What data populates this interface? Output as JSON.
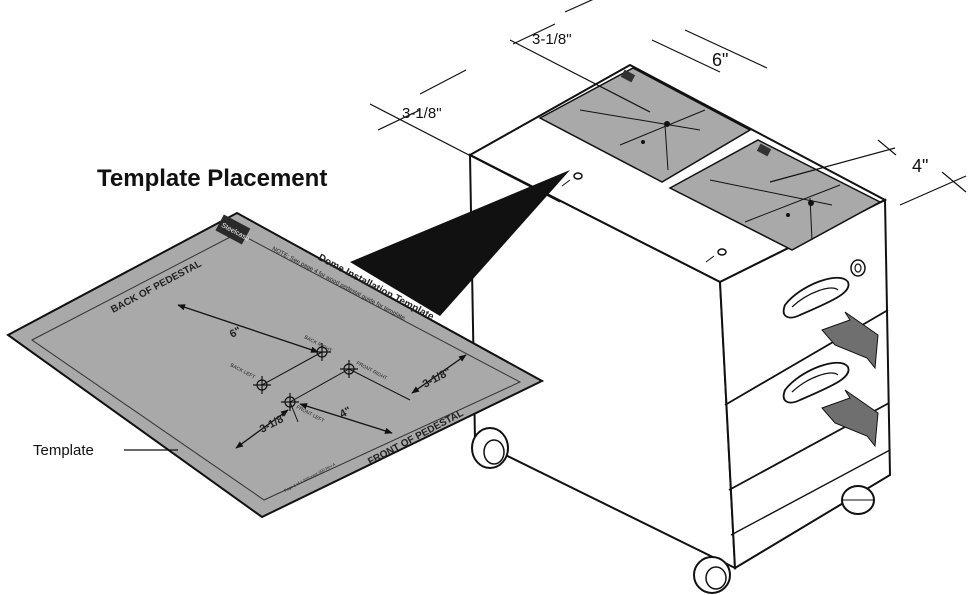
{
  "title": "Template Placement",
  "callout_label": "Template",
  "dimensions": {
    "top_left": "3-1/8\"",
    "top_right": "6\"",
    "left": "3-1/8\"",
    "right": "4\""
  },
  "template": {
    "brand": "Steelcase",
    "heading": "Dome Installation Template",
    "note": "NOTE: See page 4 for wood pedestal guide for template.",
    "back_label": "BACK OF PEDESTAL",
    "front_label": "FRONT OF PEDESTAL",
    "back_right": "BACK RIGHT",
    "back_left": "BACK LEFT",
    "front_right": "FRONT RIGHT",
    "front_left": "FRONT LEFT",
    "dim_6": "6\"",
    "dim_4": "4\"",
    "dim_3a": "3-1/8\"",
    "dim_3b": "3-1/8\"",
    "footer": "Page 1 of 1 939-xxxx-000 Rev A"
  },
  "colors": {
    "template_fill": "#a9a9a9",
    "cabinet_fill": "#ffffff",
    "arrow_fill": "#6f6f6f",
    "ink": "#111111"
  }
}
